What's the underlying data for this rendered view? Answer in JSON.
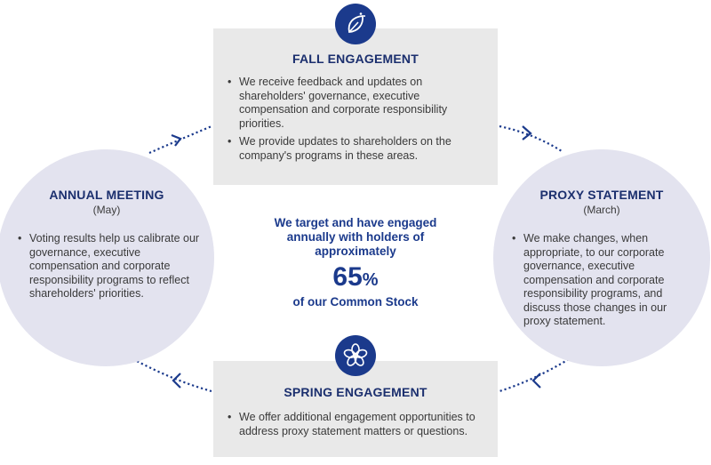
{
  "fall": {
    "title": "FALL ENGAGEMENT",
    "bullets": [
      "We receive feedback and updates on shareholders' governance, executive compensation and corporate responsibility priorities.",
      "We provide updates to shareholders on the company's programs in these areas."
    ],
    "icon": "leaf-icon"
  },
  "spring": {
    "title": "SPRING ENGAGEMENT",
    "bullets": [
      "We offer additional engagement opportunities to address proxy statement matters or questions."
    ],
    "icon": "flower-icon"
  },
  "annual": {
    "title": "ANNUAL MEETING",
    "subtitle": "(May)",
    "bullets": [
      "Voting results help us calibrate our governance, executive compensation and corporate responsibility programs to reflect shareholders' priorities."
    ]
  },
  "proxy": {
    "title": "PROXY STATEMENT",
    "subtitle": "(March)",
    "bullets": [
      "We make changes, when appropriate, to our corporate governance, executive compensation and corporate responsibility programs, and discuss those changes in our proxy statement."
    ]
  },
  "center": {
    "line1": "We target and have engaged",
    "line2": "annually with holders of",
    "line3": "approximately",
    "value": "65",
    "percent": "%",
    "line4": "of our Common Stock"
  },
  "colors": {
    "navy": "#1b3a8c",
    "title": "#1b2f6e",
    "box": "#e9e9e9",
    "circle": "#e3e3ef"
  }
}
